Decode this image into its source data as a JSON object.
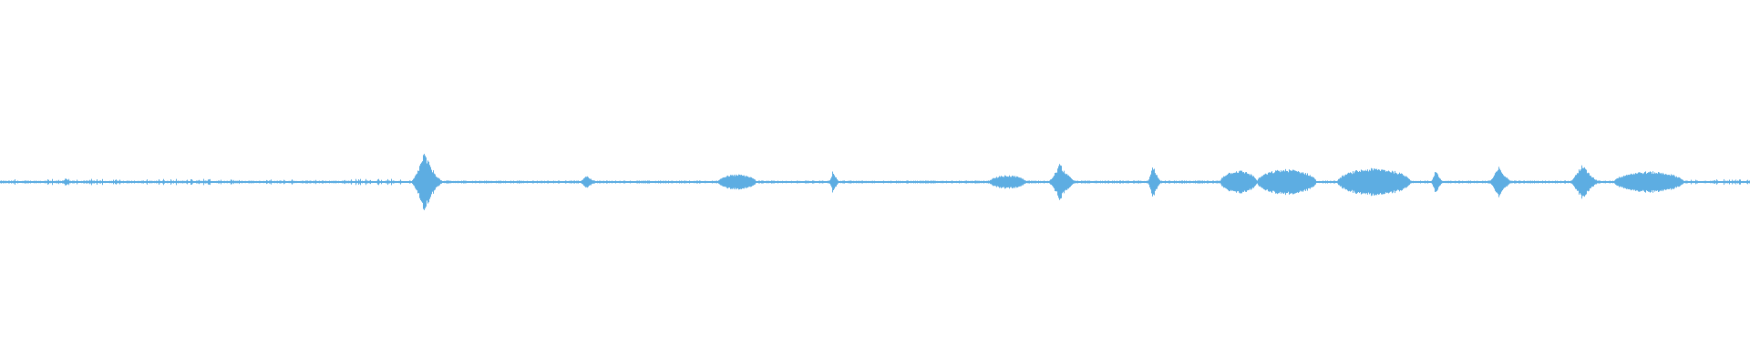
{
  "waveform": {
    "color": "#5dade2",
    "background": "#ffffff",
    "baseline_amplitude": 0.04,
    "segments": [
      {
        "start": 0.0,
        "end": 0.235,
        "peak": 0.1,
        "kind": "noise"
      },
      {
        "start": 0.034,
        "end": 0.042,
        "peak": 0.12,
        "kind": "burst"
      },
      {
        "start": 0.234,
        "end": 0.254,
        "peak": 1.0,
        "kind": "burst"
      },
      {
        "start": 0.33,
        "end": 0.342,
        "peak": 0.22,
        "kind": "burst"
      },
      {
        "start": 0.41,
        "end": 0.432,
        "peak": 0.25,
        "kind": "blob"
      },
      {
        "start": 0.473,
        "end": 0.48,
        "peak": 0.4,
        "kind": "burst"
      },
      {
        "start": 0.565,
        "end": 0.586,
        "peak": 0.22,
        "kind": "blob"
      },
      {
        "start": 0.598,
        "end": 0.616,
        "peak": 0.62,
        "kind": "burst"
      },
      {
        "start": 0.655,
        "end": 0.664,
        "peak": 0.55,
        "kind": "burst"
      },
      {
        "start": 0.697,
        "end": 0.718,
        "peak": 0.38,
        "kind": "blob"
      },
      {
        "start": 0.718,
        "end": 0.752,
        "peak": 0.42,
        "kind": "blob"
      },
      {
        "start": 0.764,
        "end": 0.806,
        "peak": 0.45,
        "kind": "blob"
      },
      {
        "start": 0.817,
        "end": 0.825,
        "peak": 0.4,
        "kind": "burst"
      },
      {
        "start": 0.85,
        "end": 0.865,
        "peak": 0.52,
        "kind": "burst"
      },
      {
        "start": 0.896,
        "end": 0.915,
        "peak": 0.62,
        "kind": "burst"
      },
      {
        "start": 0.922,
        "end": 0.962,
        "peak": 0.35,
        "kind": "blob"
      },
      {
        "start": 0.962,
        "end": 1.0,
        "peak": 0.09,
        "kind": "noise"
      }
    ]
  }
}
